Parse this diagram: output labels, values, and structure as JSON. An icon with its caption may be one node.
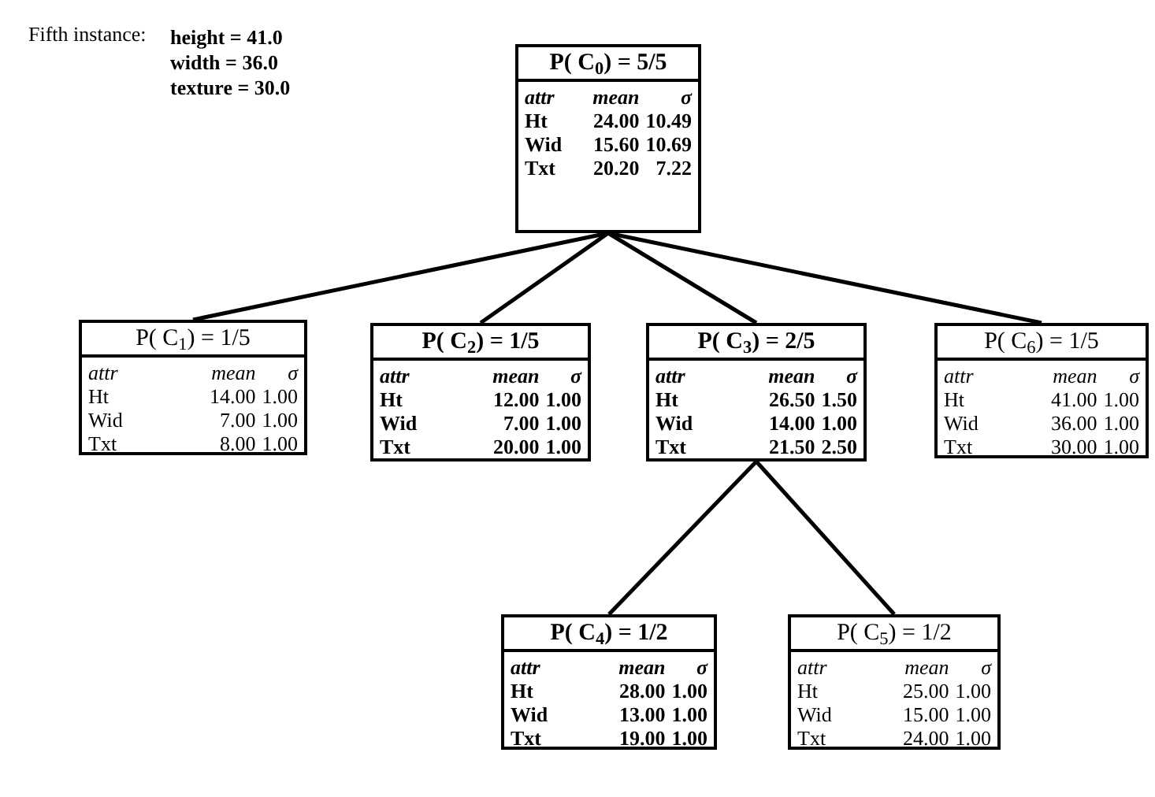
{
  "diagram": {
    "nodes": [
      {
        "text": [
          "P( C$_{0}$) = 5/5",
          "attr",
          "mean",
          "σ",
          "Ht",
          "24.00",
          "10.49",
          "Wid",
          "15.60",
          "10.69",
          "Txt",
          "20.20",
          "7.22"
        ]
      },
      {
        "text": [
          "P( C$_{1}$) = 1/5",
          "attr",
          "mean",
          "σ",
          "Ht",
          "14.00",
          "1.00",
          "Wid",
          "7.00",
          "1.00",
          "Txt",
          "8.00",
          "1.00"
        ]
      },
      {
        "text": [
          "P( C$_{2}$) = 1/5",
          "attr",
          "mean",
          "σ",
          "Ht",
          "12.00",
          "1.00",
          "Wid",
          "7.00",
          "1.00",
          "Txt",
          "20.00",
          "1.00"
        ]
      },
      {
        "text": [
          "P( C$_{3}$) = 2/5",
          "attr",
          "mean",
          "σ",
          "Ht",
          "26.50",
          "1.50",
          "Wid",
          "14.00",
          "1.00",
          "Txt",
          "21.50",
          "2.50"
        ]
      },
      {
        "text": [
          "P( C$_{6}$) = 1/5",
          "attr",
          "mean",
          "σ",
          "Ht",
          "41.00",
          "1.00",
          "Wid",
          "36.00",
          "1.00",
          "Txt",
          "30.00",
          "1.00"
        ]
      },
      {
        "text": [
          "P( C$_{4}$) = 1/2",
          "attr",
          "mean",
          "σ",
          "Ht",
          "28.00",
          "1.00",
          "Wid",
          "13.00",
          "1.00",
          "Txt",
          "19.00",
          "1.00"
        ]
      },
      {
        "text": [
          "P( C$_{5}$) = 1/2",
          "attr",
          "mean",
          "σ",
          "Ht",
          "25.00",
          "1.00",
          "Wid",
          "15.00",
          "1.00",
          "Txt",
          "24.00",
          "1.00"
        ]
      }
    ],
    "edges": [
      {
        "from": 0,
        "to": 1,
        "arrow": "none"
      },
      {
        "from": 0,
        "to": 2,
        "arrow": "none"
      },
      {
        "from": 0,
        "to": 3,
        "arrow": "none"
      },
      {
        "from": 0,
        "to": 4,
        "arrow": "none"
      },
      {
        "from": 3,
        "to": 5,
        "arrow": "none"
      },
      {
        "from": 3,
        "to": 6,
        "arrow": "none"
      }
    ],
    "labels": [
      "Fifth instance:",
      "height = 41.0",
      "width = 36.0",
      "texture = 30.0"
    ]
  }
}
